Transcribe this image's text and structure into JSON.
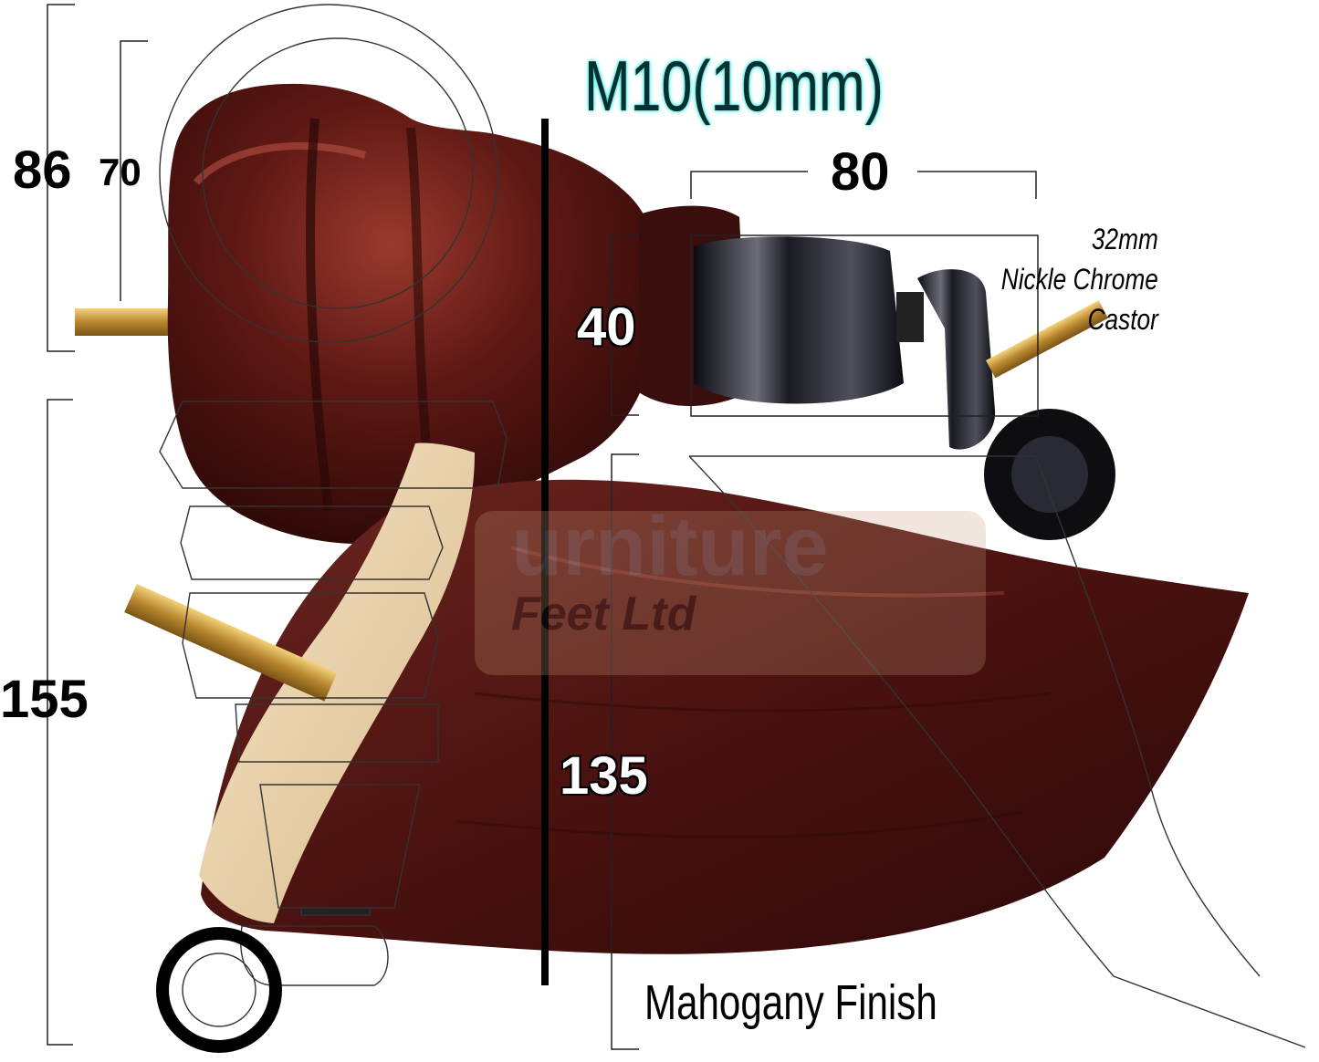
{
  "title": "M10(10mm)",
  "dimensions": {
    "overall_height_top": "86",
    "bun_diameter": "70",
    "overall_height_left": "155",
    "castor_width": "80",
    "castor_height": "40",
    "base_height": "135"
  },
  "castor_label": {
    "size": "32mm",
    "line1": "Nickle Chrome",
    "line2": "Castor"
  },
  "finish": "Mahogany Finish",
  "watermark": "Furniture Feet Ltd",
  "colors": {
    "mahogany": "#4a1210",
    "mahogany_light": "#7a2a22",
    "chrome": "#1a1a22",
    "brass": "#c9a040",
    "title_glow": "#34e6df"
  }
}
